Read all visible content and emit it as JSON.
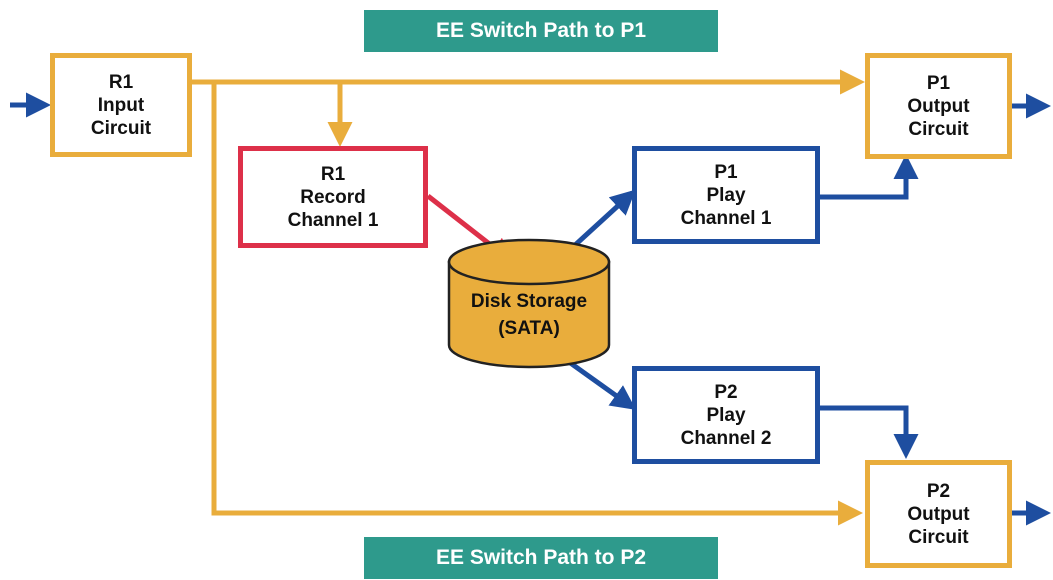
{
  "banners": {
    "top": "EE Switch Path to P1",
    "bottom": "EE Switch Path to P2"
  },
  "boxes": {
    "r1_input": [
      "R1",
      "Input",
      "Circuit"
    ],
    "r1_record": [
      "R1",
      "Record",
      "Channel 1"
    ],
    "p1_play": [
      "P1",
      "Play",
      "Channel 1"
    ],
    "p2_play": [
      "P2",
      "Play",
      "Channel 2"
    ],
    "p1_output": [
      "P1",
      "Output",
      "Circuit"
    ],
    "p2_output": [
      "P2",
      "Output",
      "Circuit"
    ]
  },
  "disk": [
    "Disk Storage",
    "(SATA)"
  ],
  "colors": {
    "ee_path": "#e9ad3c",
    "record": "#dd3049",
    "play": "#1e4ea0",
    "disk_fill": "#e9ad3c",
    "banner": "#2e9a8c"
  }
}
